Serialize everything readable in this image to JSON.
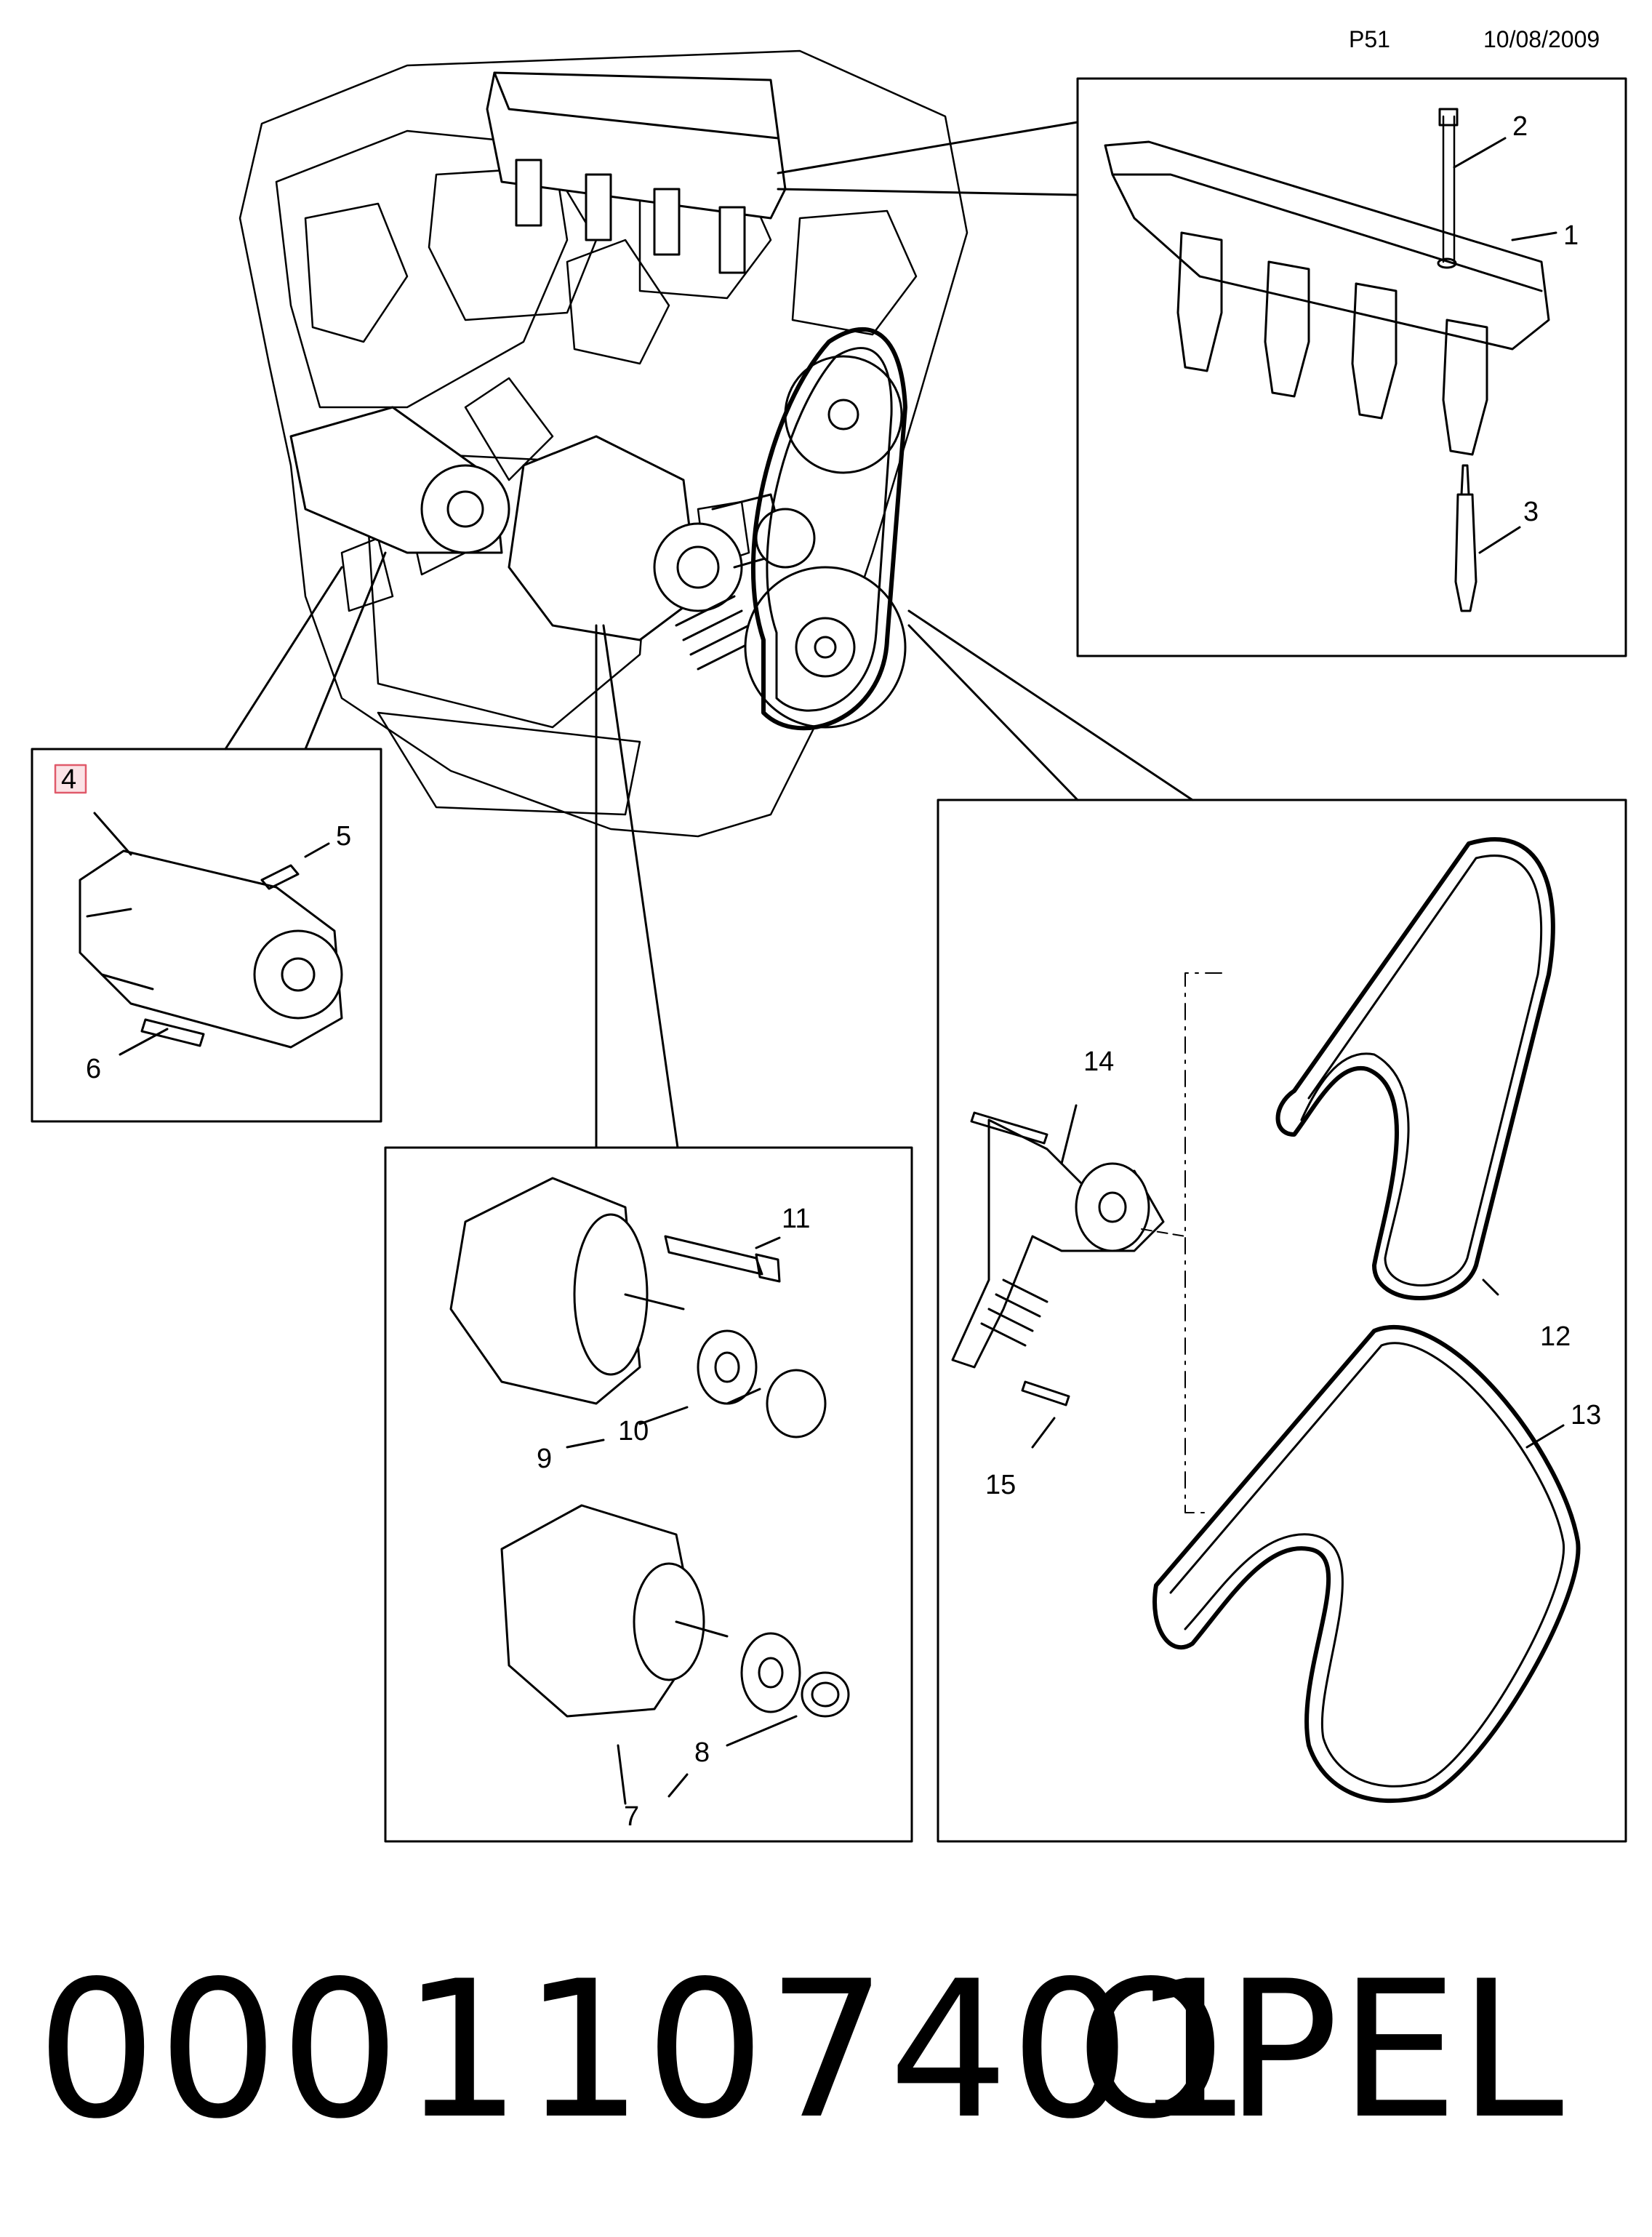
{
  "header": {
    "page": "P51",
    "date": "10/08/2009"
  },
  "callouts": {
    "c1": "1",
    "c2": "2",
    "c3": "3",
    "c4": "4",
    "c5": "5",
    "c6": "6",
    "c7": "7",
    "c8": "8",
    "c9": "9",
    "c10": "10",
    "c11": "11",
    "c12": "12",
    "c13": "13",
    "c14": "14",
    "c15": "15"
  },
  "footer": {
    "part_number": "0001107401",
    "brand": "OPEL"
  },
  "colors": {
    "line": "#000000",
    "highlight_box": "#e05a6a",
    "highlight_fill": "#fbe3e6"
  }
}
